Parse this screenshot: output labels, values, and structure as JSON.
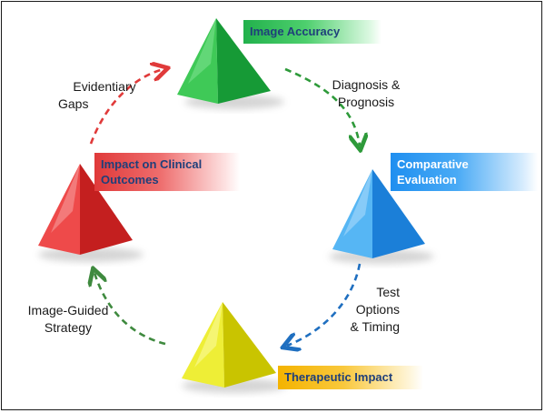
{
  "nodes": {
    "image_accuracy": {
      "label": "Image Accuracy",
      "color": "#22b14c"
    },
    "comparative_evaluation": {
      "label_line1": "Comparative",
      "label_line2": "Evaluation",
      "color": "#1f8ff0"
    },
    "therapeutic_impact": {
      "label": "Therapeutic Impact",
      "color": "#f4b300"
    },
    "impact_on_outcomes": {
      "label_line1": "Impact on Clinical",
      "label_line2": "Outcomes",
      "color": "#e03a3a"
    }
  },
  "edges": {
    "evidentiary_gaps": {
      "line1": "Evidentiary",
      "line2": "Gaps",
      "color": "#e03a3a"
    },
    "diagnosis_prognosis": {
      "line1": "Diagnosis &",
      "line2": "Prognosis",
      "color": "#22b14c"
    },
    "test_options": {
      "line1": "Test",
      "line2": "Options",
      "line3": "& Timing",
      "color": "#1f6fc0"
    },
    "image_guided": {
      "line1": "Image-Guided",
      "line2": "Strategy",
      "color": "#3f8a3f"
    }
  }
}
